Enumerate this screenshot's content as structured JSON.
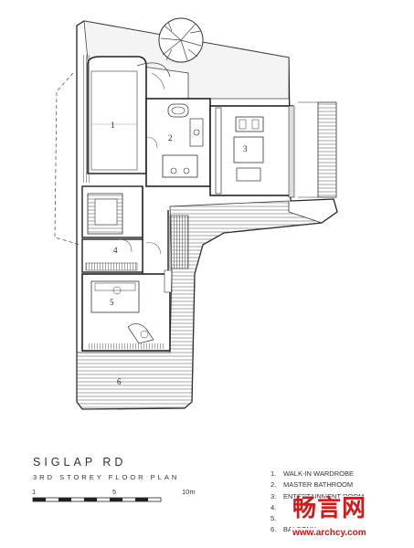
{
  "title": "SIGLAP RD",
  "subtitle": "3RD STOREY FLOOR PLAN",
  "scale_bar": {
    "labels": [
      "1",
      "5",
      "10m"
    ]
  },
  "legend": [
    {
      "num": "1.",
      "label": "WALK-IN WARDROBE"
    },
    {
      "num": "2.",
      "label": "MASTER BATHROOM"
    },
    {
      "num": "3.",
      "label": "ENTERTAINMENT ROOM"
    },
    {
      "num": "4.",
      "label": ""
    },
    {
      "num": "5.",
      "label": ""
    },
    {
      "num": "6.",
      "label": "BALCONY"
    }
  ],
  "room_numbers": [
    "1",
    "2",
    "3",
    "4",
    "5",
    "6"
  ],
  "watermark": {
    "logo_text": "畅言网",
    "url": "www.archcy.com"
  }
}
